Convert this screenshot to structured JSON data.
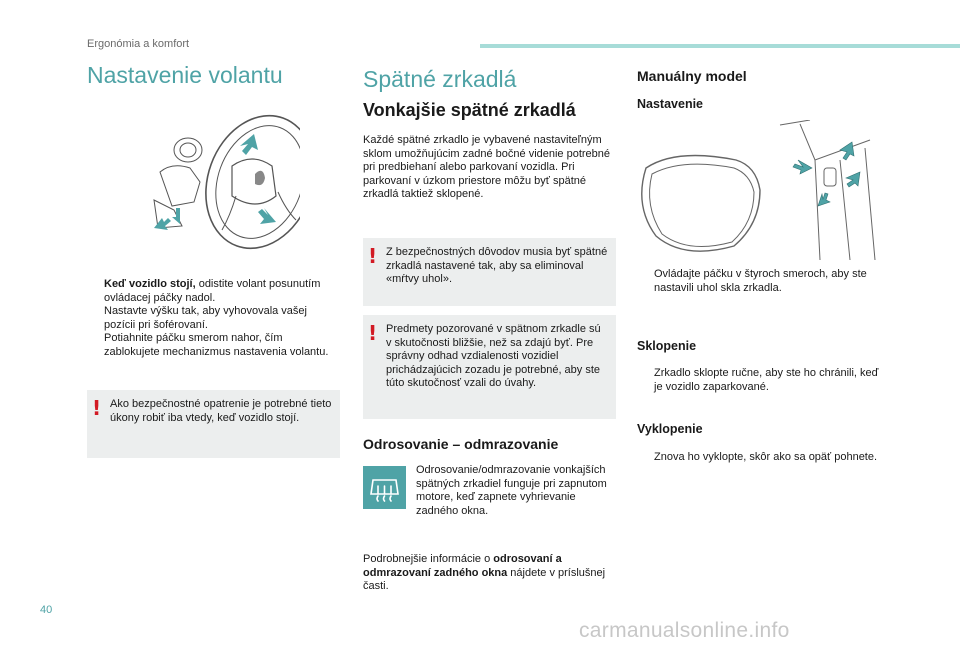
{
  "header": {
    "section": "Ergonómia a komfort"
  },
  "steering": {
    "title": "Nastavenie volantu",
    "bullets": [
      {
        "lead": "Keď vozidlo stojí,",
        "text": " odistite volant posunutím ovládacej páčky nadol."
      },
      {
        "lead": "",
        "text": "Nastavte výšku tak, aby vyhovovala vašej pozícii pri šoférovaní."
      },
      {
        "lead": "",
        "text": "Potiahnite páčku smerom nahor, čím zablokujete mechanizmus nastavenia volantu."
      }
    ],
    "warning": "Ako bezpečnostné opatrenie je potrebné tieto úkony robiť iba vtedy, keď vozidlo stojí."
  },
  "mirrors": {
    "title": "Spätné zrkadlá",
    "subtitle": "Vonkajšie spätné zrkadlá",
    "intro": "Každé spätné zrkadlo je vybavené nastaviteľným sklom umožňujúcim zadné bočné videnie potrebné pri predbiehaní alebo parkovaní vozidla. Pri parkovaní v úzkom priestore môžu byť spätné zrkadlá taktiež sklopené.",
    "warning1": "Z bezpečnostných dôvodov musia byť spätné zrkadlá nastavené tak, aby sa eliminoval «mŕtvy uhol».",
    "warning2": "Predmety pozorované v spätnom zrkadle sú v skutočnosti bližšie, než sa zdajú byť. Pre správny odhad vzdialenosti vozidiel prichádzajúcich zozadu je potrebné, aby ste túto skutočnosť vzali do úvahy.",
    "defrost_title": "Odrosovanie – odmrazovanie",
    "defrost_text": "Odrosovanie/odmrazovanie vonkajších spätných zrkadiel funguje pri zapnutom motore, keď zapnete vyhrievanie zadného okna.",
    "more_before": "Podrobnejšie informácie o ",
    "more_bold": "odrosovaní a odmrazovaní zadného okna",
    "more_after": " nájdete v príslušnej časti."
  },
  "manual": {
    "title": "Manuálny model",
    "adjust_title": "Nastavenie",
    "adjust_bullet": "Ovládajte páčku v štyroch smeroch, aby ste nastavili uhol skla zrkadla.",
    "fold_title": "Sklopenie",
    "fold_bullet": "Zrkadlo sklopte ručne, aby ste ho chránili, keď je vozidlo zaparkované.",
    "unfold_title": "Vyklopenie",
    "unfold_bullet": "Znova ho vyklopte, skôr ako sa opäť pohnete."
  },
  "bullet_marker": "",
  "page_number": "40",
  "watermark": "carmanualsonline.info",
  "colors": {
    "accent": "#4fa3a6",
    "header_bar": "#a7dcd8",
    "warning_bg": "#eceeee",
    "warning_mark": "#d21a24"
  }
}
